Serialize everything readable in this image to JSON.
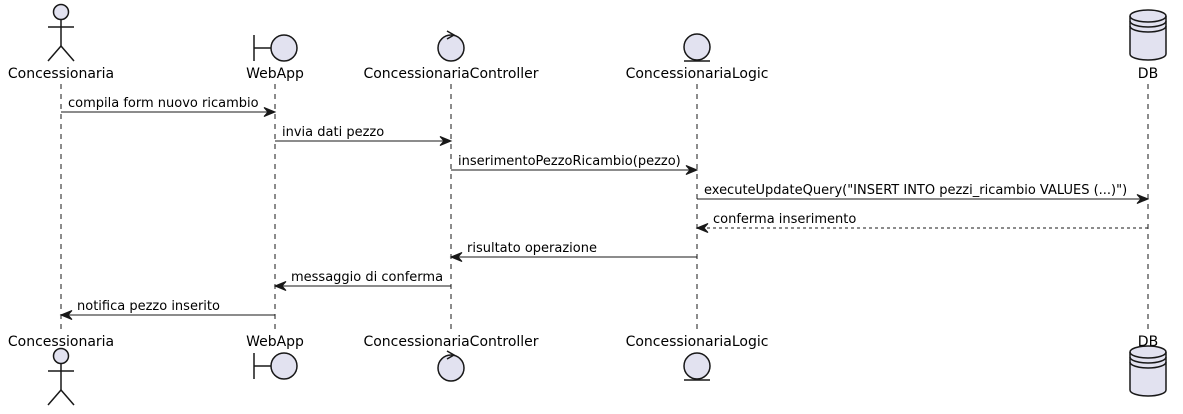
{
  "participants": [
    {
      "id": "concessionaria",
      "name": "Concessionaria",
      "kind": "actor"
    },
    {
      "id": "webapp",
      "name": "WebApp",
      "kind": "boundary"
    },
    {
      "id": "controller",
      "name": "ConcessionariaController",
      "kind": "control"
    },
    {
      "id": "logic",
      "name": "ConcessionariaLogic",
      "kind": "entity"
    },
    {
      "id": "db",
      "name": "DB",
      "kind": "database"
    }
  ],
  "messages": [
    {
      "from": "concessionaria",
      "to": "webapp",
      "label": "compila form nuovo ricambio",
      "style": "solid"
    },
    {
      "from": "webapp",
      "to": "controller",
      "label": "invia dati pezzo",
      "style": "solid"
    },
    {
      "from": "controller",
      "to": "logic",
      "label": "inserimentoPezzoRicambio(pezzo)",
      "style": "solid"
    },
    {
      "from": "logic",
      "to": "db",
      "label": "executeUpdateQuery(\"INSERT INTO pezzi_ricambio VALUES (...)\")",
      "style": "solid"
    },
    {
      "from": "db",
      "to": "logic",
      "label": "conferma inserimento",
      "style": "dashed"
    },
    {
      "from": "logic",
      "to": "controller",
      "label": "risultato operazione",
      "style": "solid"
    },
    {
      "from": "controller",
      "to": "webapp",
      "label": "messaggio di conferma",
      "style": "solid"
    },
    {
      "from": "webapp",
      "to": "concessionaria",
      "label": "notifica pezzo inserito",
      "style": "solid"
    }
  ],
  "colors": {
    "shape_fill": "#e2e2f0",
    "stroke": "#181818",
    "background": "#ffffff"
  }
}
